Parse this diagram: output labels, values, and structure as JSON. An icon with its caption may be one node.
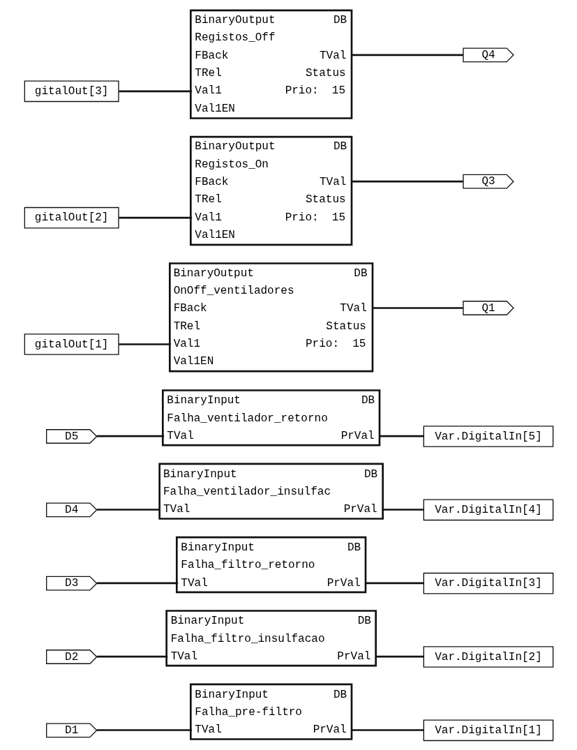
{
  "diagram": {
    "nodes": [
      {
        "text": [
          "D1"
        ]
      },
      {
        "text": [
          "BinaryInput",
          "DB",
          "Falha_pre-filtro",
          "TVal",
          "PrVal"
        ]
      },
      {
        "text": [
          "Var.DigitalIn[1]"
        ]
      },
      {
        "text": [
          "D2"
        ]
      },
      {
        "text": [
          "BinaryInput",
          "DB",
          "Falha_filtro_insulfacao",
          "TVal",
          "PrVal"
        ]
      },
      {
        "text": [
          "Var.DigitalIn[2]"
        ]
      },
      {
        "text": [
          "D3"
        ]
      },
      {
        "text": [
          "BinaryInput",
          "DB",
          "Falha_filtro_retorno",
          "TVal",
          "PrVal"
        ]
      },
      {
        "text": [
          "Var.DigitalIn[3]"
        ]
      },
      {
        "text": [
          "D4"
        ]
      },
      {
        "text": [
          "BinaryInput",
          "DB",
          "Falha_ventilador_insulfac",
          "TVal",
          "PrVal"
        ]
      },
      {
        "text": [
          "Var.DigitalIn[4]"
        ]
      },
      {
        "text": [
          "D5"
        ]
      },
      {
        "text": [
          "BinaryInput",
          "DB",
          "Falha_ventilador_retorno",
          "TVal",
          "PrVal"
        ]
      },
      {
        "text": [
          "Var.DigitalIn[5]"
        ]
      },
      {
        "text": [
          "gitalOut[1]"
        ]
      },
      {
        "text": [
          "BinaryOutput",
          "DB",
          "OnOff_ventiladores",
          "FBack",
          "TVal",
          "TRel",
          "Status",
          "Val1",
          "Prio:  15",
          "Val1EN"
        ]
      },
      {
        "text": [
          "Q1"
        ]
      },
      {
        "text": [
          "gitalOut[2]"
        ]
      },
      {
        "text": [
          "BinaryOutput",
          "DB",
          "Registos_On",
          "FBack",
          "TVal",
          "TRel",
          "Status",
          "Val1",
          "Prio:  15",
          "Val1EN"
        ]
      },
      {
        "text": [
          "Q3"
        ]
      },
      {
        "text": [
          "gitalOut[3]"
        ]
      },
      {
        "text": [
          "BinaryOutput",
          "DB",
          "Registos_Off",
          "FBack",
          "TVal",
          "TRel",
          "Status",
          "Val1",
          "Prio:  15",
          "Val1EN"
        ]
      },
      {
        "text": [
          "Q4"
        ]
      }
    ],
    "edges": [
      {
        "from": 0,
        "to": 1,
        "arrow": "none"
      },
      {
        "from": 1,
        "to": 2,
        "arrow": "none"
      },
      {
        "from": 3,
        "to": 4,
        "arrow": "none"
      },
      {
        "from": 4,
        "to": 5,
        "arrow": "none"
      },
      {
        "from": 6,
        "to": 7,
        "arrow": "none"
      },
      {
        "from": 7,
        "to": 8,
        "arrow": "none"
      },
      {
        "from": 9,
        "to": 10,
        "arrow": "none"
      },
      {
        "from": 10,
        "to": 11,
        "arrow": "none"
      },
      {
        "from": 12,
        "to": 13,
        "arrow": "none"
      },
      {
        "from": 13,
        "to": 14,
        "arrow": "none"
      },
      {
        "from": 15,
        "to": 16,
        "arrow": "none"
      },
      {
        "from": 16,
        "to": 17,
        "arrow": "none"
      },
      {
        "from": 18,
        "to": 19,
        "arrow": "none"
      },
      {
        "from": 19,
        "to": 20,
        "arrow": "none"
      },
      {
        "from": 21,
        "to": 22,
        "arrow": "none"
      },
      {
        "from": 22,
        "to": 23,
        "arrow": "none"
      }
    ]
  }
}
